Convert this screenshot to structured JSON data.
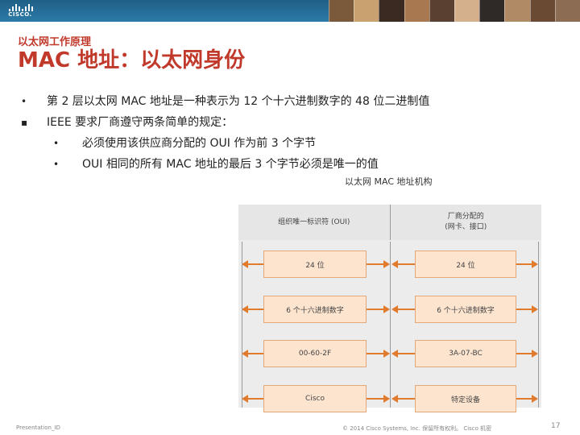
{
  "header": {
    "logo_text": "CISCO.",
    "photo_colors": [
      "#7a5a3a",
      "#c9a070",
      "#3a2a22",
      "#a87850",
      "#5a4030",
      "#d4b08c",
      "#2f2a28",
      "#b08a64",
      "#6b4a34",
      "#8c6c52"
    ]
  },
  "slide": {
    "subtitle": "以太网工作原理",
    "title": "MAC 地址：以太网身份"
  },
  "bullets": [
    {
      "mark": "•",
      "text": "第 2 层以太网 MAC 地址是一种表示为 12 个十六进制数字的 48 位二进制值"
    },
    {
      "mark": "▪",
      "text": "IEEE 要求厂商遵守两条简单的规定："
    },
    {
      "mark": "•",
      "text": "必须使用该供应商分配的 OUI 作为前 3 个字节"
    },
    {
      "mark": "•",
      "text": "OUI 相同的所有 MAC 地址的最后 3 个字节必须是唯一的值"
    }
  ],
  "diagram": {
    "title": "以太网 MAC 地址机构",
    "left_header": "组织唯一标识符 (OUI)",
    "right_header": "厂商分配的\n(网卡、接口)",
    "rows": [
      {
        "left": "24 位",
        "right": "24 位"
      },
      {
        "left": "6 个十六进制数字",
        "right": "6 个十六进制数字"
      },
      {
        "left": "00-60-2F",
        "right": "3A-07-BC"
      },
      {
        "left": "Cisco",
        "right": "特定设备"
      }
    ]
  },
  "footer": {
    "left": "Presentation_ID",
    "middle": "© 2014 Cisco Systems, Inc. 保留所有权利。 Cisco 机密",
    "page": "17"
  }
}
